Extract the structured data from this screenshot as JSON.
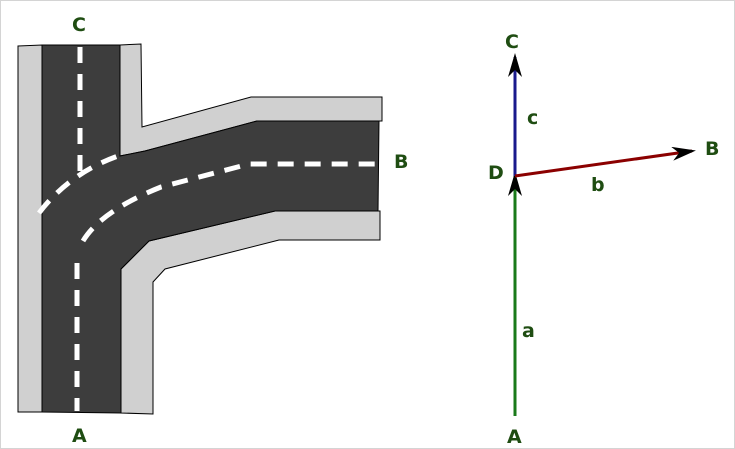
{
  "road_diagram": {
    "label_c": "C",
    "label_b": "B",
    "label_a": "A"
  },
  "vector_diagram": {
    "label_c": "C",
    "label_b": "B",
    "label_a": "A",
    "label_d": "D",
    "segment_c": "c",
    "segment_b": "b",
    "segment_a": "a",
    "colors": {
      "segment_c": "#1a1a8c",
      "segment_b": "#8b0000",
      "segment_a": "#1a7a1a"
    }
  },
  "colors": {
    "asphalt": "#3d3d3d",
    "curb": "#d0d0d0",
    "lane_marking": "#ffffff",
    "label": "#1f4d12"
  }
}
